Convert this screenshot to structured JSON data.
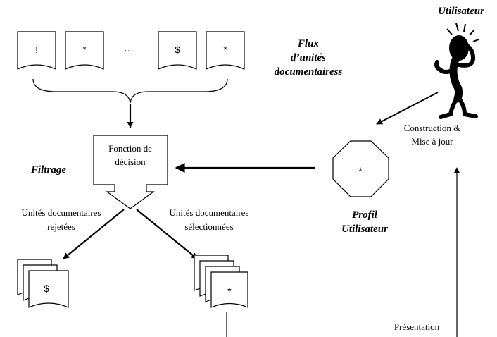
{
  "stream": {
    "title_lines": [
      "Flux",
      "d’unités",
      "documentairess"
    ],
    "docs": [
      "!",
      "*",
      "$",
      "*"
    ],
    "ellipsis": "…"
  },
  "decision": {
    "lines": [
      "Fonction de",
      "décision"
    ],
    "label": "Filtrage"
  },
  "rejected": {
    "label_lines": [
      "Unités documentaires",
      "rejetées"
    ],
    "symbol": "$"
  },
  "selected": {
    "label_lines": [
      "Unités documentaires",
      "sélectionnées"
    ],
    "symbol": "*"
  },
  "profile": {
    "symbol": "*",
    "label_lines": [
      "Profil",
      "Utilisateur"
    ]
  },
  "user": {
    "label": "Utilisateur",
    "icon": "stick-figure-thinking-icon"
  },
  "construction": {
    "lines": [
      "Construction &",
      "Mise à jour"
    ]
  },
  "presentation": {
    "label": "Présentation"
  }
}
